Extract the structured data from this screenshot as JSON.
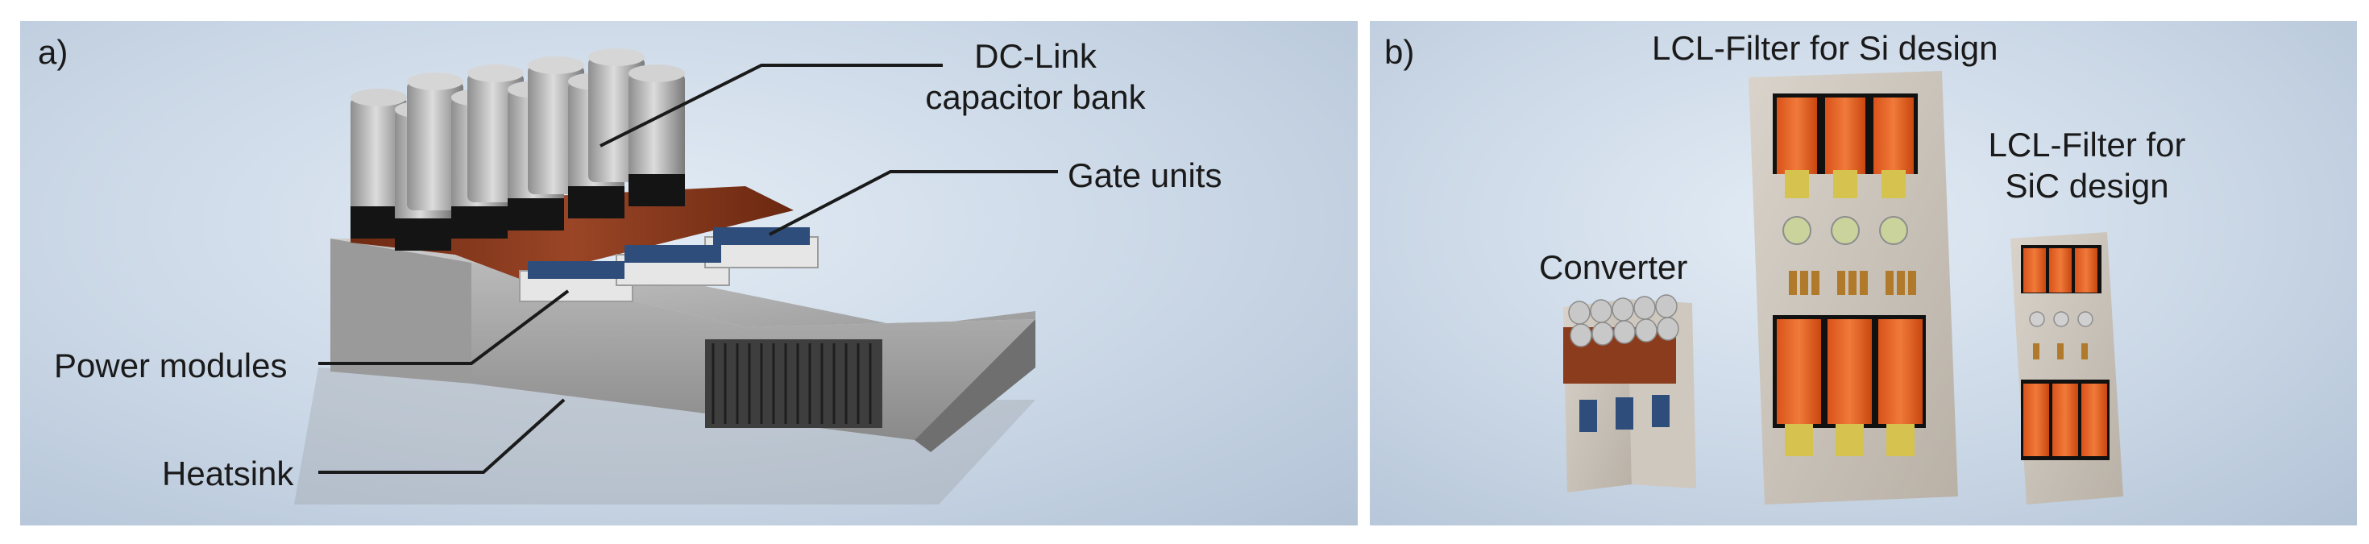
{
  "panel_a": {
    "label": "a)",
    "callouts": {
      "dc_link": [
        "DC-Link",
        "capacitor bank"
      ],
      "gate_units": "Gate units",
      "power_modules": "Power modules",
      "heatsink": "Heatsink"
    }
  },
  "panel_b": {
    "label": "b)",
    "captions": {
      "lcl_si": "LCL-Filter for Si design",
      "lcl_sic": [
        "LCL-Filter for",
        "SiC design"
      ],
      "converter": "Converter"
    }
  }
}
